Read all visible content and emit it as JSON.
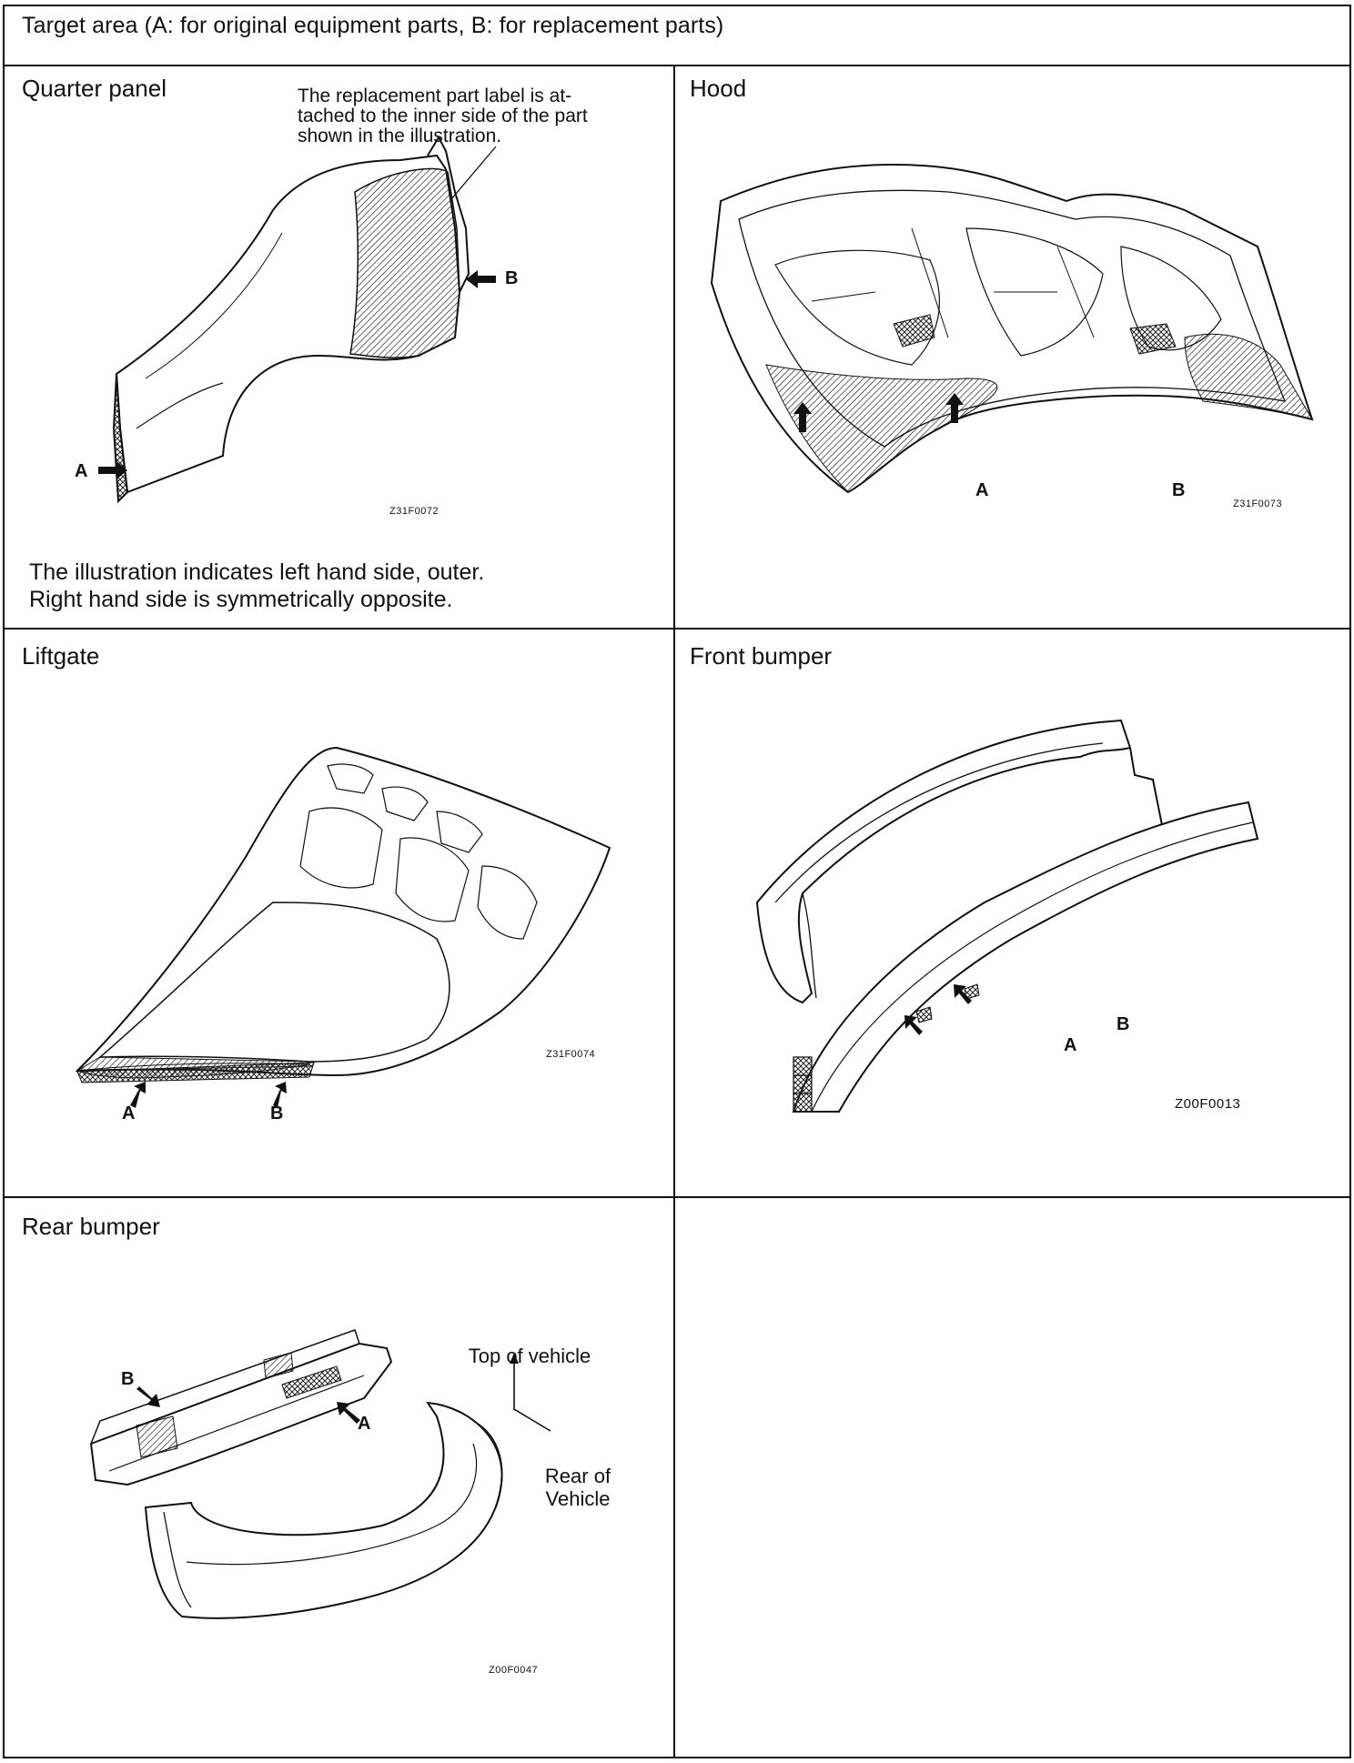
{
  "header": "Target area (A: for original equipment parts, B: for replacement parts)",
  "panels": {
    "quarter_panel": {
      "title": "Quarter panel",
      "note": [
        "The replacement part label is at-",
        "tached to the inner side of the part",
        "shown in the illustration."
      ],
      "caption": [
        "The illustration indicates left hand side, outer.",
        "Right hand side is symmetrically opposite."
      ],
      "code": "Z31F0072",
      "label_a": "A",
      "label_b": "B"
    },
    "hood": {
      "title": "Hood",
      "code": "Z31F0073",
      "label_a": "A",
      "label_b": "B"
    },
    "liftgate": {
      "title": "Liftgate",
      "code": "Z31F0074",
      "label_a": "A",
      "label_b": "B"
    },
    "front_bumper": {
      "title": "Front bumper",
      "code": "Z00F0013",
      "label_a": "A",
      "label_b": "B"
    },
    "rear_bumper": {
      "title": "Rear bumper",
      "code": "Z00F0047",
      "label_a": "A",
      "label_b": "B",
      "top_of_vehicle": "Top of vehicle",
      "rear_of_vehicle": [
        "Rear of",
        "Vehicle"
      ]
    }
  }
}
